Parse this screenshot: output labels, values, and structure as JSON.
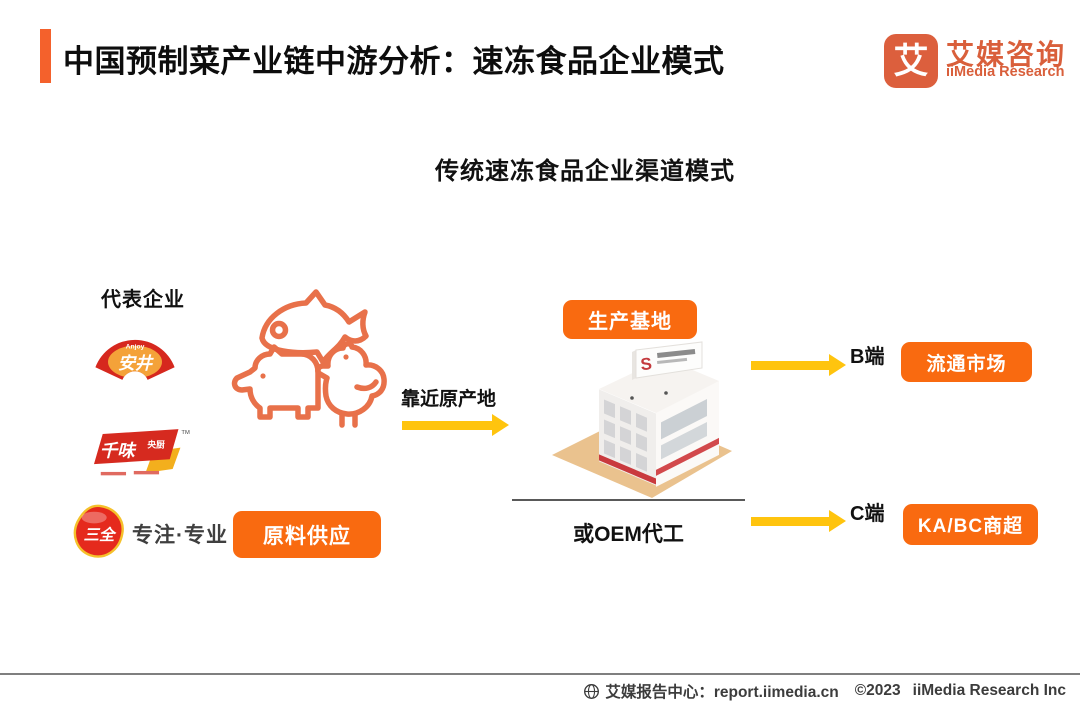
{
  "header": {
    "title": "中国预制菜产业链中游分析：速冻食品企业模式",
    "brand": {
      "logo_glyph": "艾",
      "name_cn": "艾媒咨询",
      "name_en": "iiMedia Research"
    }
  },
  "diagram": {
    "subtitle": "传统速冻食品企业渠道模式",
    "representative_label": "代表企业",
    "brands": {
      "anjoy": {
        "cn": "安井",
        "en": "Anjoy"
      },
      "qianwei": {
        "main": "千味",
        "sub": "央厨",
        "tm": "TM"
      },
      "sanquan": {
        "cn": "三全",
        "slogan": "专注·专业"
      }
    },
    "supply_button": "原料供应",
    "arrow_origin_label": "靠近原产地",
    "production_button": "生产基地",
    "oem_label": "或OEM代工",
    "b_side": {
      "label": "B端",
      "button": "流通市场"
    },
    "c_side": {
      "label": "C端",
      "button": "KA/BC商超"
    }
  },
  "footer": {
    "center_label": "艾媒报告中心：report.iimedia.cn",
    "copyright": "©2023",
    "company": "iiMedia Research Inc"
  },
  "colors": {
    "accent_orange": "#F4612C",
    "button_orange": "#F96A10",
    "arrow_yellow": "#FFC40E",
    "animal_outline": "#E8714A",
    "brand_red": "#D6281E",
    "logo_orange": "#DC5F3D",
    "footer_text": "#3C3C3C"
  }
}
